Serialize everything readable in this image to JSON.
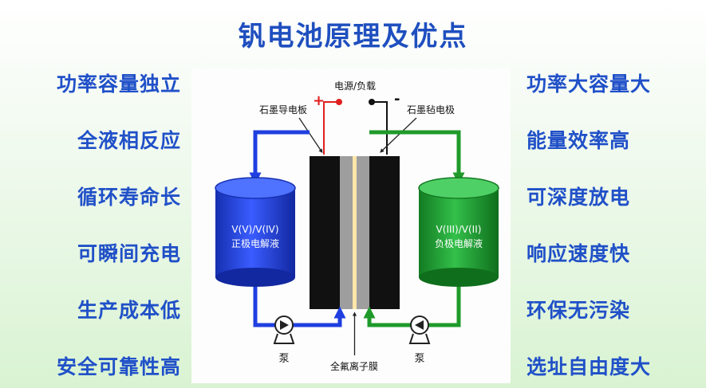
{
  "title": "钒电池原理及优点",
  "left_features": [
    "功率容量独立",
    "全液相反应",
    "循环寿命长",
    "可瞬间充电",
    "生产成本低",
    "安全可靠性高"
  ],
  "right_features": [
    "功率大容量大",
    "能量效率高",
    "可深度放电",
    "响应速度快",
    "环保无污染",
    "选址自由度大"
  ],
  "diagram": {
    "power_load": "电源/负载",
    "positive_sign": "+",
    "negative_sign": "-",
    "graphite_plate": "石墨导电板",
    "graphite_felt": "石墨毡电极",
    "pos_tank_line1": "V(V)/V(IV)",
    "pos_tank_line2": "正极电解液",
    "neg_tank_line1": "V(III)/V(II)",
    "neg_tank_line2": "负极电解液",
    "pump_left": "泵",
    "pump_right": "泵",
    "membrane": "全氟离子膜"
  },
  "colors": {
    "title": "#1f4fbf",
    "feature": "#2050c8",
    "positive_flow": "#1f3fe0",
    "negative_flow": "#1f9a2a",
    "positive_wire": "#e02020",
    "tank_blue": "#1c3ad0",
    "tank_green": "#1e9a2e"
  }
}
